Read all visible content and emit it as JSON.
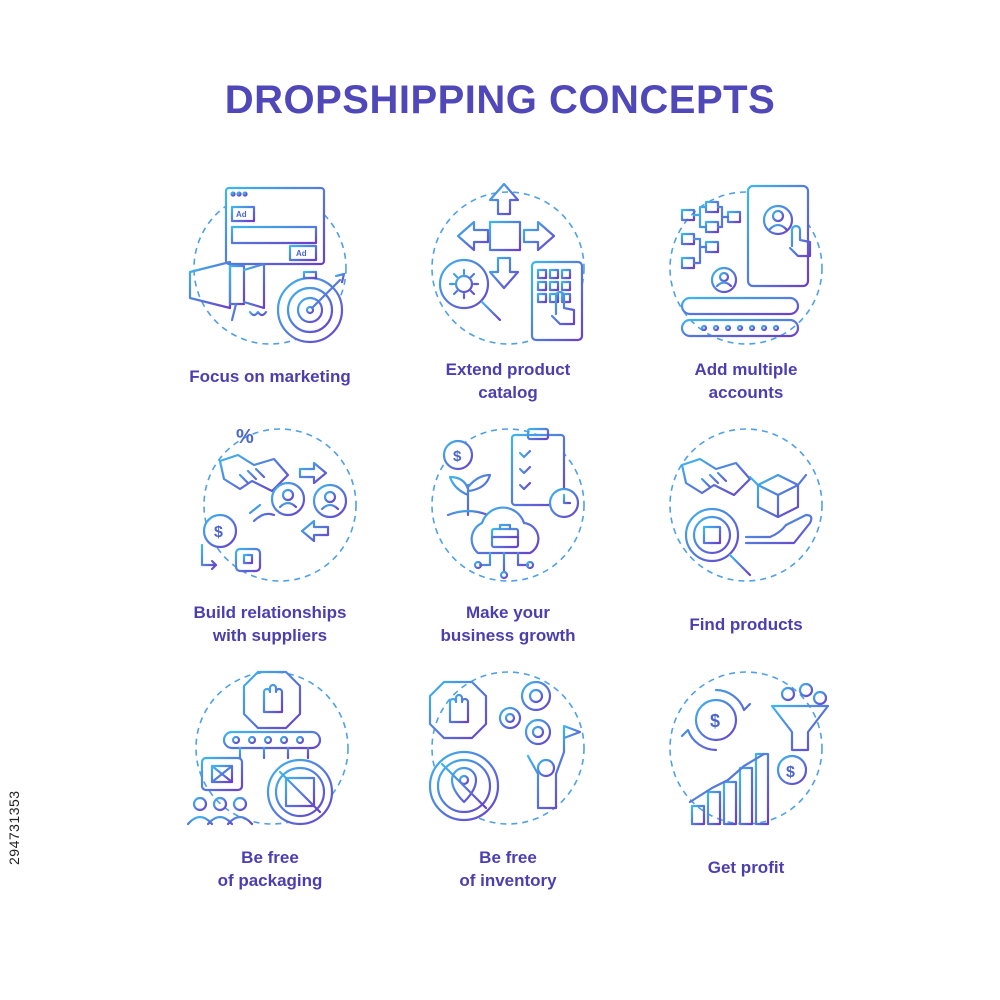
{
  "title": "DROPSHIPPING CONCEPTS",
  "stock_id": "294731353",
  "colors": {
    "title": "#5048b8",
    "label": "#4b3fb0",
    "gradient_start": "#3db7ee",
    "gradient_end": "#6a3fc9"
  },
  "ad_label": "Ad",
  "percent_sign": "%",
  "dollar_sign": "$",
  "concepts": [
    {
      "icon": "marketing-icon",
      "line1": "Focus on marketing",
      "line2": ""
    },
    {
      "icon": "product-catalog-icon",
      "line1": "Extend product",
      "line2": "catalog"
    },
    {
      "icon": "multiple-accounts-icon",
      "line1": "Add multiple",
      "line2": "accounts"
    },
    {
      "icon": "supplier-relationships-icon",
      "line1": "Build relationships",
      "line2": "with suppliers"
    },
    {
      "icon": "business-growth-icon",
      "line1": "Make your",
      "line2": "business growth"
    },
    {
      "icon": "find-products-icon",
      "line1": "Find products",
      "line2": ""
    },
    {
      "icon": "no-packaging-icon",
      "line1": "Be free",
      "line2": "of packaging"
    },
    {
      "icon": "no-inventory-icon",
      "line1": "Be free",
      "line2": "of inventory"
    },
    {
      "icon": "profit-icon",
      "line1": "Get profit",
      "line2": ""
    }
  ]
}
